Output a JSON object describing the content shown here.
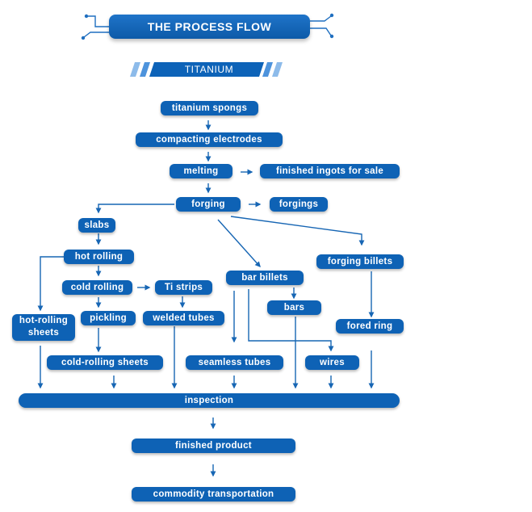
{
  "header": {
    "title": "THE PROCESS FLOW",
    "subtitle": "TITANIUM"
  },
  "nodes": {
    "titanium_spongs": "titanium  spongs",
    "compacting_electrodes": "compacting electrodes",
    "melting": "melting",
    "finished_ingots": "finished ingots for sale",
    "forging": "forging",
    "forgings": "forgings",
    "slabs": "slabs",
    "hot_rolling": "hot rolling",
    "cold_rolling": "cold rolling",
    "ti_strips": "Ti strips",
    "hot_rolling_sheets": "hot-rolling sheets",
    "pickling": "pickling",
    "welded_tubes": "welded tubes",
    "cold_rolling_sheets": "cold-rolling sheets",
    "bar_billets": "bar billets",
    "bars": "bars",
    "seamless_tubes": "seamless tubes",
    "wires": "wires",
    "forging_billets": "forging  billets",
    "fored_ring": "fored ring",
    "inspection": "inspection",
    "finished_product": "finished product",
    "commodity_transportation": "commodity transportation"
  },
  "colors": {
    "node": "#0e62b5",
    "arrow": "#1766b4",
    "accent": "#7fb2e5"
  }
}
